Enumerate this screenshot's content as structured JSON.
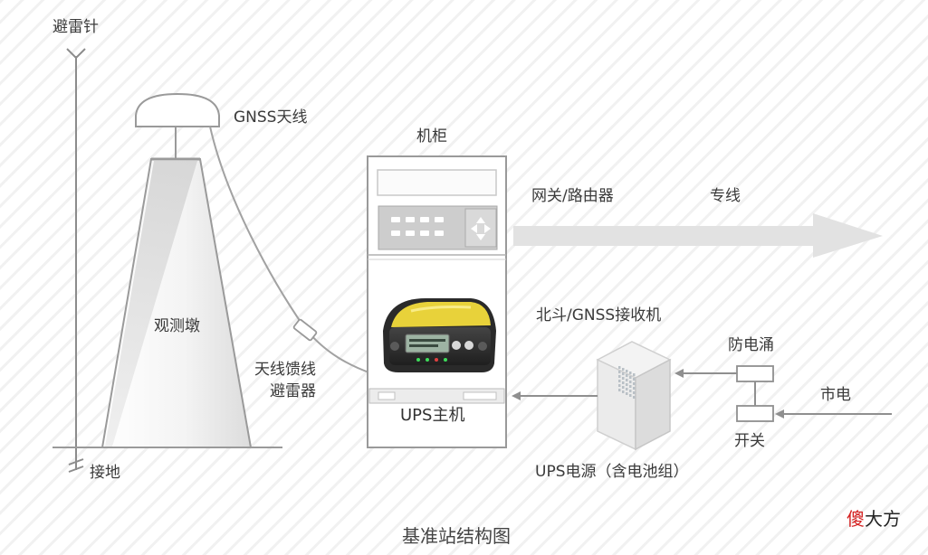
{
  "labels": {
    "lightning_rod": "避雷针",
    "gnss_antenna": "GNSS天线",
    "cabinet": "机柜",
    "gateway_router": "网关/路由器",
    "dedicated_line": "专线",
    "observation_pier": "观测墩",
    "beidou_receiver": "北斗/GNSS接收机",
    "surge_protector": "防电涌",
    "feeder_arrester_line1": "天线馈线",
    "feeder_arrester_line2": "避雷器",
    "mains_power": "市电",
    "ups_host": "UPS主机",
    "switch": "开关",
    "grounding": "接地",
    "ups_power_supply": "UPS电源（含电池组）",
    "diagram_title": "基准站结构图"
  },
  "watermark": {
    "part1": "傻",
    "part2": "大方"
  },
  "colors": {
    "stroke": "#9a9a9a",
    "arrow": "#e2e2e2",
    "receiver_yellow": "#e8d23a",
    "watermark_red": "#d41f1f"
  }
}
